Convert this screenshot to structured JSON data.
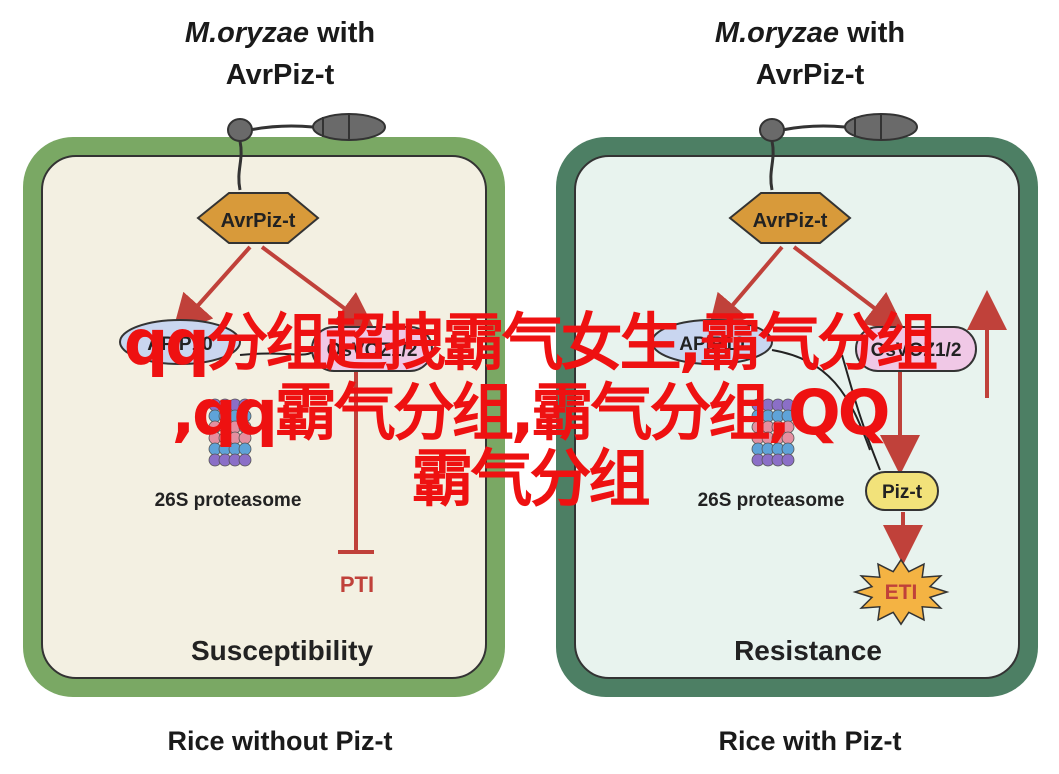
{
  "colors": {
    "left_cell_wall": "#7aa864",
    "left_cell_fill": "#f3f0e2",
    "right_cell_wall": "#4d7f64",
    "right_cell_fill": "#e8f3ee",
    "effector": "#d89a3a",
    "arrow": "#c0413a",
    "overlay_text": "#ee1111"
  },
  "left_panel": {
    "title_species": "M.oryzae",
    "title_with": " with",
    "title_effector": "AvrPiz-t",
    "effector_label": "AvrPiz-t",
    "protein1": "APIP10",
    "protein2": "OsVOZ1/2",
    "proteasome_label": "26S proteasome",
    "inhibited_label": "PTI",
    "state_label": "Susceptibility",
    "caption": "Rice without Piz-t"
  },
  "right_panel": {
    "title_species": "M.oryzae",
    "title_with": " with",
    "title_effector": "AvrPiz-t",
    "effector_label": "AvrPiz-t",
    "protein1": "APIP10",
    "protein2": "OsVOZ1/2",
    "proteasome_label": "26S proteasome",
    "receptor_label": "Piz-t",
    "output_label": "ETI",
    "state_label": "Resistance",
    "caption": "Rice with Piz-t"
  },
  "overlay": {
    "line1": "qq分组超拽霸气女生,霸气分组",
    "line2": ",qq霸气分组,霸气分组,QQ",
    "line3": "霸气分组"
  }
}
